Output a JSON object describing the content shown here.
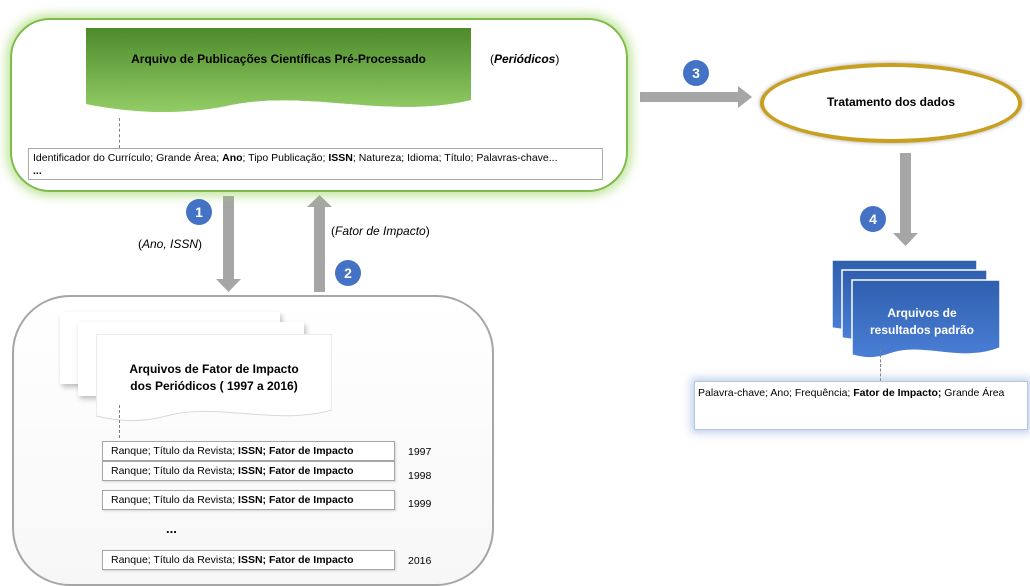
{
  "top": {
    "doc_title": "Arquivo de Publicações Científicas Pré-Processado",
    "periodicos_open": "(",
    "periodicos": "Periódicos",
    "periodicos_close": ")",
    "fields": {
      "p1": "Identificador do Currículo; Grande Área; ",
      "ano": "Ano",
      "p2": "; Tipo Publicação; ",
      "issn": "ISSN",
      "p3": "; Natureza; Idioma; Título; Palavras-chave...",
      "ellipsis": "..."
    }
  },
  "steps": {
    "s1": "1",
    "s2": "2",
    "s3": "3",
    "s4": "4",
    "s1_label_open": "(",
    "s1_label": "Ano, ISSN",
    "s1_label_close": ")",
    "s2_label_open": "(",
    "s2_label": "Fator de Impacto",
    "s2_label_close": ")"
  },
  "impact": {
    "title_line1": "Arquivos de Fator de Impacto",
    "title_line2": "dos Periódicos ( 1997 a 2016)",
    "rows": [
      {
        "prefix": "Ranque; Título da Revista; ",
        "bold": "ISSN; Fator de Impacto",
        "year": "1997"
      },
      {
        "prefix": "Ranque; Título da Revista; ",
        "bold": "ISSN; Fator de Impacto",
        "year": "1998"
      },
      {
        "prefix": "Ranque; Título da Revista; ",
        "bold": "ISSN; Fator de Impacto",
        "year": "1999"
      },
      {
        "prefix": "Ranque; Título da Revista; ",
        "bold": "ISSN; Fator de Impacto",
        "year": "2016"
      }
    ],
    "ellipsis": "..."
  },
  "process": {
    "label": "Tratamento dos dados"
  },
  "results": {
    "title_line1": "Arquivos de",
    "title_line2": "resultados padrão",
    "p1": "Palavra-chave; Ano; Frequência; ",
    "bold": "Fator de Impacto;",
    "p2": " Grande Área"
  },
  "colors": {
    "green": "#70ad47",
    "blue": "#4472c4",
    "gold": "#c8a020",
    "gray_arrow": "#a6a6a6"
  }
}
